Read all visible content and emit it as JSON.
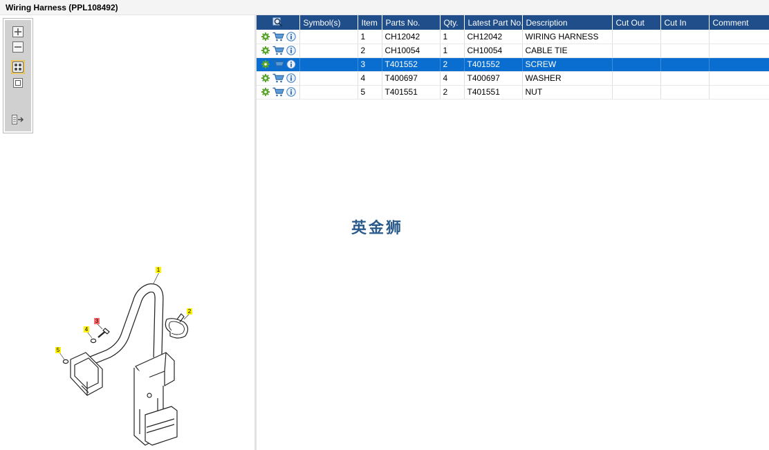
{
  "window": {
    "title": "Wiring Harness (PPL108492)"
  },
  "toolbar": {
    "buttons": [
      {
        "name": "zoom-in-icon"
      },
      {
        "name": "zoom-out-icon"
      },
      {
        "name": "fit-view-icon",
        "active": true
      },
      {
        "name": "actual-size-icon"
      },
      {
        "name": "export-icon"
      }
    ]
  },
  "drawing": {
    "callouts": [
      "1",
      "2",
      "3",
      "4",
      "5"
    ]
  },
  "table": {
    "columns": [
      "",
      "Symbol(s)",
      "Item",
      "Parts No.",
      "Qty.",
      "Latest Part No.",
      "Description",
      "Cut Out",
      "Cut In",
      "Comment"
    ],
    "rows": [
      {
        "symbols": "",
        "item": "1",
        "parts_no": "CH12042",
        "qty": "1",
        "latest": "CH12042",
        "description": "WIRING HARNESS",
        "cut_out": "",
        "cut_in": "",
        "comment": ""
      },
      {
        "symbols": "",
        "item": "2",
        "parts_no": "CH10054",
        "qty": "1",
        "latest": "CH10054",
        "description": "CABLE TIE",
        "cut_out": "",
        "cut_in": "",
        "comment": ""
      },
      {
        "symbols": "",
        "item": "3",
        "parts_no": "T401552",
        "qty": "2",
        "latest": "T401552",
        "description": "SCREW",
        "cut_out": "",
        "cut_in": "",
        "comment": ""
      },
      {
        "symbols": "",
        "item": "4",
        "parts_no": "T400697",
        "qty": "4",
        "latest": "T400697",
        "description": "WASHER",
        "cut_out": "",
        "cut_in": "",
        "comment": ""
      },
      {
        "symbols": "",
        "item": "5",
        "parts_no": "T401551",
        "qty": "2",
        "latest": "T401551",
        "description": "NUT",
        "cut_out": "",
        "cut_in": "",
        "comment": ""
      }
    ],
    "selected_row": 2
  },
  "row_icons": [
    "settings-gear-icon",
    "cart-icon",
    "info-icon"
  ],
  "watermark": "英金狮",
  "colors": {
    "header": "#1f4e8a",
    "selected_row": "#0a6ed1",
    "callout_yellow": "#fff200",
    "callout_red": "#ff5b5b"
  }
}
